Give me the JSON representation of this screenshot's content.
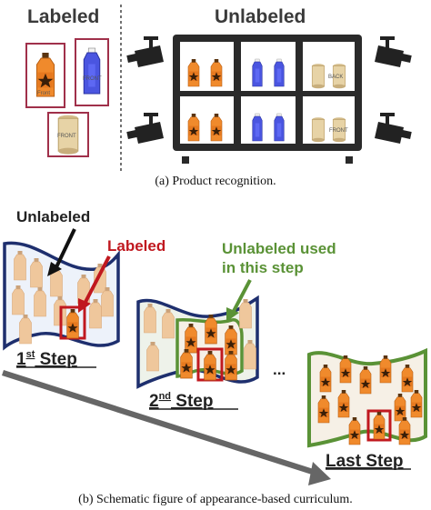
{
  "part_a": {
    "labeled_title": "Labeled",
    "unlabeled_title": "Unlabeled",
    "caption": "(a) Product recognition.",
    "product_labels": {
      "bottle_front": "Front",
      "blue_front": "FRONT",
      "can_front": "FRONT",
      "shelf_back": "BACK",
      "shelf_front": "FRONT"
    }
  },
  "part_b": {
    "unlabeled_label": "Unlabeled",
    "labeled_label": "Labeled",
    "used_label_line1": "Unlabeled used",
    "used_label_line2": "in this step",
    "step1_main": "1",
    "step1_sup": "st",
    "step1_rest": " Step",
    "step2_main": "2",
    "step2_sup": "nd",
    "step2_rest": " Step",
    "ellipsis": "...",
    "last_step": "Last Step",
    "caption": "(b) Schematic figure of appearance-based curriculum."
  },
  "colors": {
    "labeled_red": "#c0181f",
    "used_green": "#5a9236",
    "panel_blue": "#1e2f6e",
    "orange_bottle": "#f08a2c",
    "blue_bottle": "#4a55e0",
    "can_tan": "#e7d3a6"
  },
  "icons": [
    "camera-icon",
    "bottle-icon",
    "can-icon",
    "star-icon",
    "arrow-icon"
  ]
}
